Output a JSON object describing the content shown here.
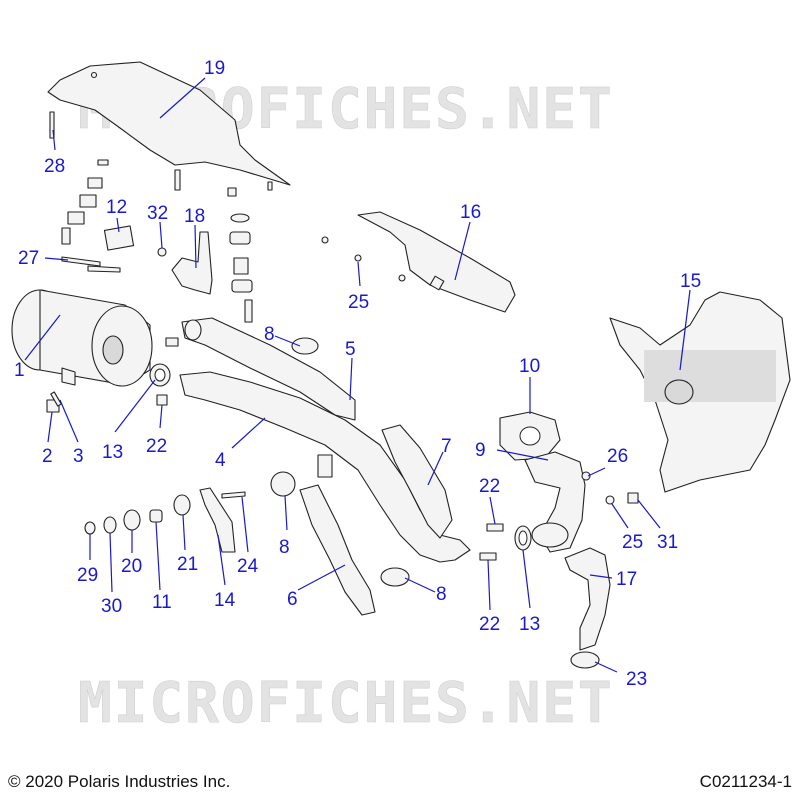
{
  "watermark": "MICROFICHES.NET",
  "footer": {
    "copyright": "© 2020 Polaris Industries Inc.",
    "diagram_code": "C0211234-1"
  },
  "callouts": [
    {
      "id": "c1",
      "label": "1"
    },
    {
      "id": "c2",
      "label": "2"
    },
    {
      "id": "c3",
      "label": "3"
    },
    {
      "id": "c4",
      "label": "4"
    },
    {
      "id": "c5",
      "label": "5"
    },
    {
      "id": "c6",
      "label": "6"
    },
    {
      "id": "c7",
      "label": "7"
    },
    {
      "id": "c8a",
      "label": "8"
    },
    {
      "id": "c8b",
      "label": "8"
    },
    {
      "id": "c8c",
      "label": "8"
    },
    {
      "id": "c9",
      "label": "9"
    },
    {
      "id": "c10",
      "label": "10"
    },
    {
      "id": "c11",
      "label": "11"
    },
    {
      "id": "c12",
      "label": "12"
    },
    {
      "id": "c13a",
      "label": "13"
    },
    {
      "id": "c13b",
      "label": "13"
    },
    {
      "id": "c14",
      "label": "14"
    },
    {
      "id": "c15",
      "label": "15"
    },
    {
      "id": "c16",
      "label": "16"
    },
    {
      "id": "c17",
      "label": "17"
    },
    {
      "id": "c18",
      "label": "18"
    },
    {
      "id": "c19",
      "label": "19"
    },
    {
      "id": "c20",
      "label": "20"
    },
    {
      "id": "c21",
      "label": "21"
    },
    {
      "id": "c22a",
      "label": "22"
    },
    {
      "id": "c22b",
      "label": "22"
    },
    {
      "id": "c22c",
      "label": "22"
    },
    {
      "id": "c23",
      "label": "23"
    },
    {
      "id": "c24",
      "label": "24"
    },
    {
      "id": "c25a",
      "label": "25"
    },
    {
      "id": "c25b",
      "label": "25"
    },
    {
      "id": "c26",
      "label": "26"
    },
    {
      "id": "c27",
      "label": "27"
    },
    {
      "id": "c28",
      "label": "28"
    },
    {
      "id": "c29",
      "label": "29"
    },
    {
      "id": "c30",
      "label": "30"
    },
    {
      "id": "c31",
      "label": "31"
    },
    {
      "id": "c32",
      "label": "32"
    }
  ]
}
